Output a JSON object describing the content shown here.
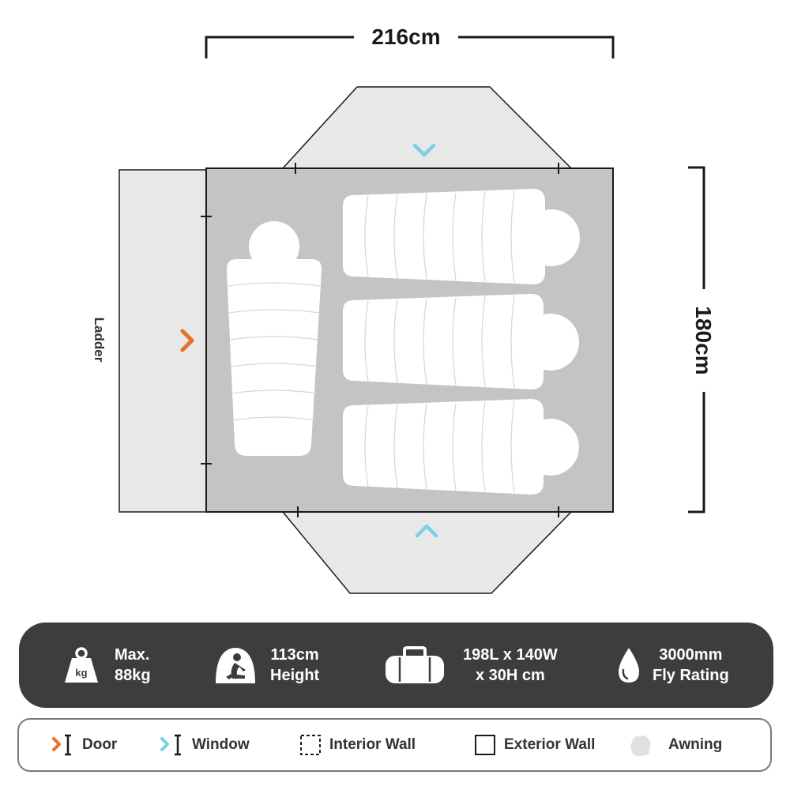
{
  "dimensions": {
    "width_label": "216cm",
    "height_label": "180cm"
  },
  "ladder_label": "Ladder",
  "colors": {
    "door": "#e8702a",
    "window": "#7dcfe8",
    "floor": "#c4c4c4",
    "awning": "#e8e8e8",
    "spec_bar": "#3d3d3d"
  },
  "specs": [
    {
      "icon": "weight-icon",
      "line1": "Max.",
      "line2": "88kg"
    },
    {
      "icon": "sitting-person-icon",
      "line1": "113cm",
      "line2": "Height"
    },
    {
      "icon": "duffel-bag-icon",
      "line1": "198L x 140W",
      "line2": "x 30H cm"
    },
    {
      "icon": "water-drop-icon",
      "line1": "3000mm",
      "line2": "Fly Rating"
    }
  ],
  "legend": [
    {
      "icon": "door-icon",
      "label": "Door"
    },
    {
      "icon": "window-icon",
      "label": "Window"
    },
    {
      "icon": "interior-wall-icon",
      "label": "Interior Wall"
    },
    {
      "icon": "exterior-wall-icon",
      "label": "Exterior Wall"
    },
    {
      "icon": "awning-icon",
      "label": "Awning"
    }
  ]
}
